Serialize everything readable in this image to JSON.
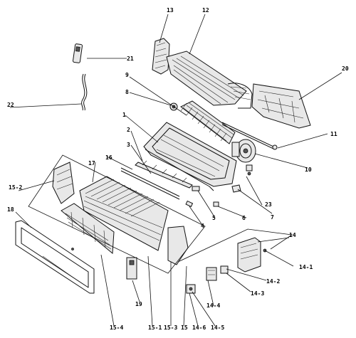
{
  "callouts": {
    "c1": "1",
    "c2": "2",
    "c3": "3",
    "c4": "4",
    "c5": "5",
    "c6": "6",
    "c7": "7",
    "c8": "8",
    "c9": "9",
    "c10": "10",
    "c11": "11",
    "c12": "12",
    "c13": "13",
    "c14": "14",
    "c14_1": "14-1",
    "c14_2": "14-2",
    "c14_3": "14-3",
    "c14_4": "14-4",
    "c14_5": "14-5",
    "c14_6": "14-6",
    "c15": "15",
    "c15_1": "15-1",
    "c15_2": "15-2",
    "c15_3": "15-3",
    "c15_4": "15-4",
    "c16": "16",
    "c17": "17",
    "c18": "18",
    "c19": "19",
    "c20": "20",
    "c21": "21",
    "c22": "22",
    "c23": "23"
  }
}
